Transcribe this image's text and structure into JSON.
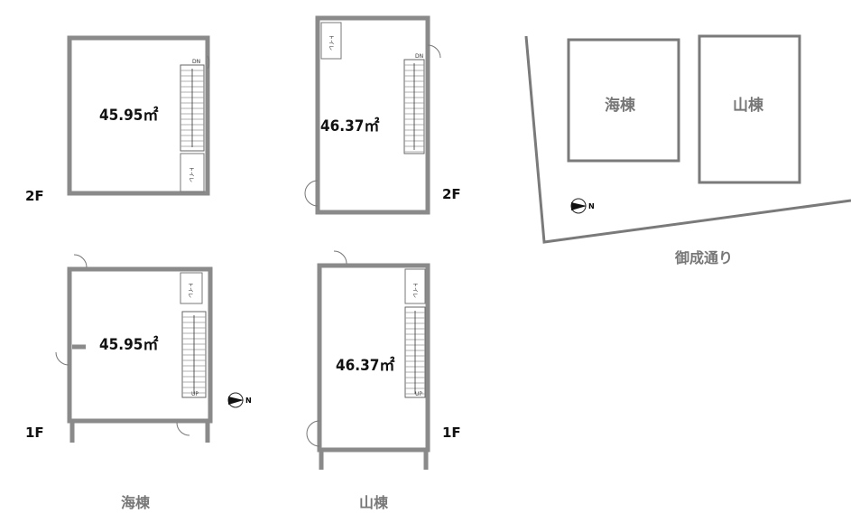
{
  "plans": {
    "umi_2f": {
      "floor": "2F",
      "area": "45.95㎡",
      "toilet": "トイレ",
      "stair": "DN"
    },
    "yama_2f": {
      "floor": "2F",
      "area": "46.37㎡",
      "toilet": "トイレ",
      "stair": "DN"
    },
    "umi_1f": {
      "floor": "1F",
      "area": "45.95㎡",
      "toilet": "トイレ",
      "stair": "UP"
    },
    "yama_1f": {
      "floor": "1F",
      "area": "46.37㎡",
      "toilet": "トイレ",
      "stair": "UP"
    }
  },
  "buildings": {
    "umi": "海棟",
    "yama": "山棟"
  },
  "site": {
    "umi": "海棟",
    "yama": "山棟",
    "street": "御成通り",
    "north": "N"
  },
  "compass_label": "N",
  "colors": {
    "wall": "#8a8a8a",
    "label": "#777777"
  }
}
